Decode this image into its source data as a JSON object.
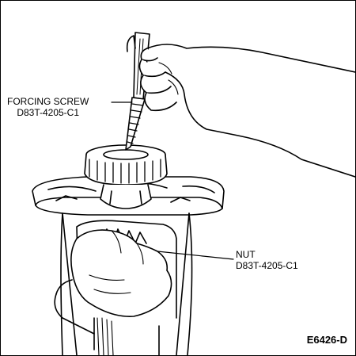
{
  "labels": {
    "forcing_screw_name": "FORCING SCREW",
    "forcing_screw_part": "D83T-4205-C1",
    "nut_name": "NUT",
    "nut_part": "D83T-4205-C1"
  },
  "figure_id": "E6426-D",
  "colors": {
    "ink": "#000000",
    "paper": "#ffffff",
    "shade": "#888888"
  }
}
